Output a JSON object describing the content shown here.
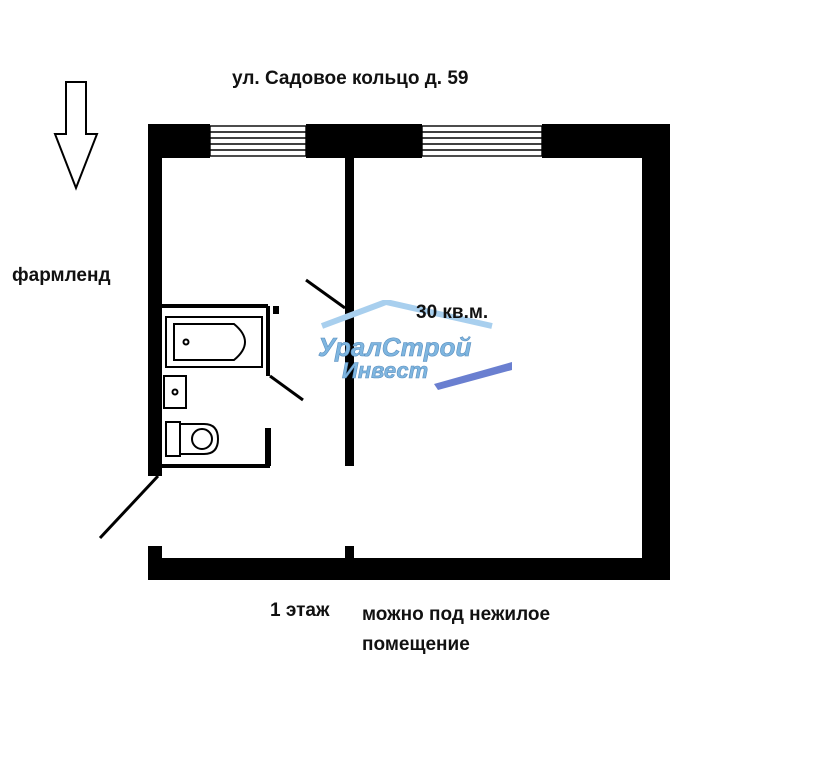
{
  "labels": {
    "street": "ул. Садовое кольцо д. 59",
    "neighbor": "фармленд",
    "area": "30 кв.м.",
    "floor": "1 этаж",
    "note_line1": "можно под нежилое",
    "note_line2": "помещение"
  },
  "watermark": {
    "line1": "УралСтрой",
    "line2": "Инвест"
  },
  "colors": {
    "wall": "#000000",
    "watermark": "#7fb6e0"
  },
  "icons": [
    "north-arrow-icon",
    "window-icon",
    "bathtub-icon",
    "sink-icon",
    "toilet-icon",
    "door-icon"
  ]
}
